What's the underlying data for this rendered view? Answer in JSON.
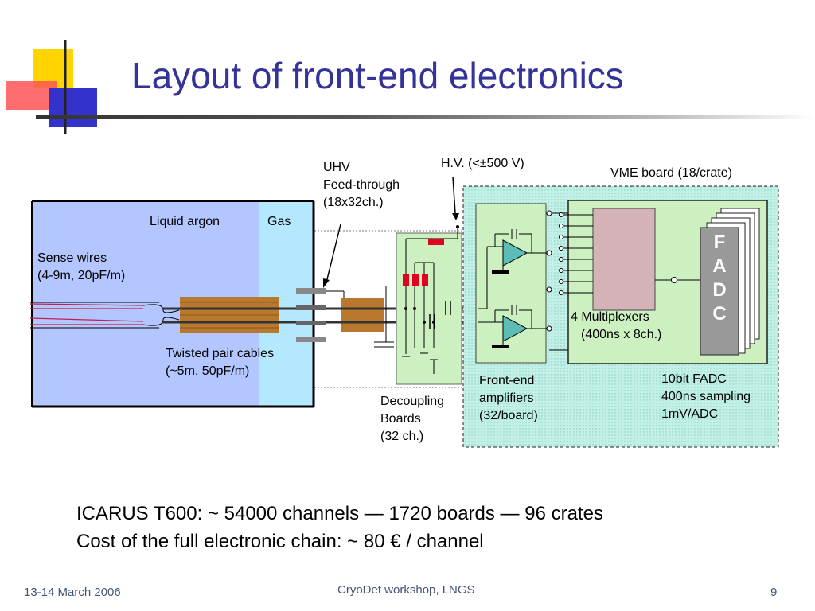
{
  "slide": {
    "title": "Layout of front-end electronics",
    "footer": {
      "date": "13-14 March 2006",
      "event": "CryoDet workshop, LNGS",
      "page": "9"
    }
  },
  "diagram": {
    "liquid_argon": "Liquid argon",
    "gas": "Gas",
    "sense_wires": [
      "Sense wires",
      "(4-9m, 20pF/m)"
    ],
    "twisted_pair": [
      "Twisted pair cables",
      "(~5m, 50pF/m)"
    ],
    "uhv": [
      "UHV",
      "Feed-through",
      "(18x32ch.)"
    ],
    "hv": "H.V. (<±500 V)",
    "vme_board": "VME board (18/crate)",
    "decoupling": [
      "Decoupling",
      "Boards",
      "(32 ch.)"
    ],
    "frontend": [
      "Front-end",
      "amplifiers",
      "(32/board)"
    ],
    "multiplexers": [
      "4 Multiplexers",
      "(400ns x 8ch.)"
    ],
    "fadc_specs": [
      "10bit FADC",
      "400ns sampling",
      "1mV/ADC"
    ],
    "fadc_letters": [
      "F",
      "A",
      "D",
      "C"
    ]
  },
  "summary": [
    "ICARUS T600: ~ 54000 channels — 1720 boards — 96 crates",
    "Cost of the full electronic chain: ~ 80 € / channel"
  ],
  "colors": {
    "title": "#333399",
    "liquid_argon": "#b3c6ff",
    "gas": "#b3e8ff",
    "board_green": "#ccf0c0",
    "cable_brown": "#b8782e",
    "vme_teal": "#b3ecdf",
    "fadc_card": "#999999"
  }
}
